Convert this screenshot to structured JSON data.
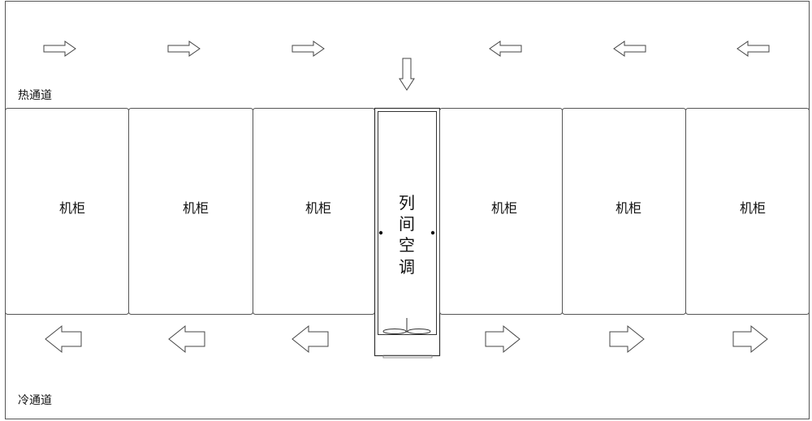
{
  "hot_aisle": {
    "label": "热通道"
  },
  "cold_aisle": {
    "label": "冷通道"
  },
  "cabinets": [
    {
      "label": "机柜"
    },
    {
      "label": "机柜"
    },
    {
      "label": "机柜"
    },
    {
      "label": "机柜"
    },
    {
      "label": "机柜"
    },
    {
      "label": "机柜"
    }
  ],
  "ac_unit": {
    "label_chars": [
      "列",
      "间",
      "空",
      "调"
    ]
  },
  "arrows": {
    "hot_aisle": [
      "right",
      "right",
      "right",
      "left",
      "left",
      "left"
    ],
    "intake": "down",
    "cold_aisle": [
      "left",
      "left",
      "left",
      "right",
      "right",
      "right"
    ]
  },
  "colors": {
    "stroke": "#444444",
    "text": "#111111",
    "background": "#ffffff"
  }
}
